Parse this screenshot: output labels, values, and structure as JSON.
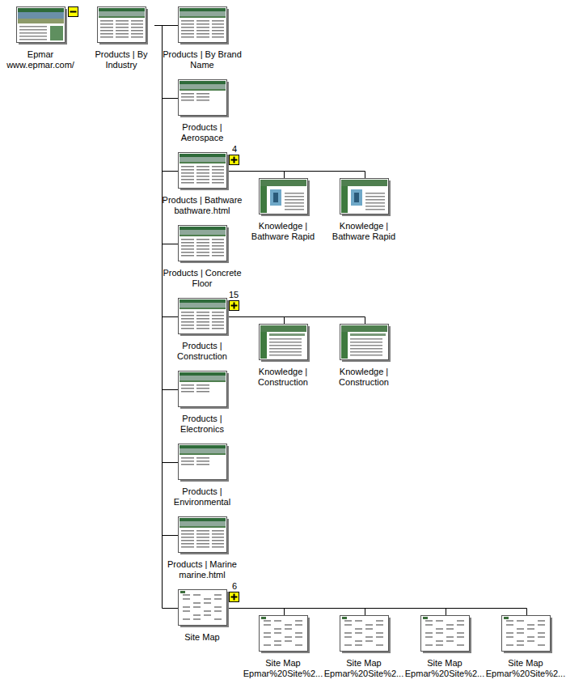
{
  "diagram": {
    "nodes": [
      {
        "text": [
          "Epmar",
          "www.epmar.com/"
        ]
      },
      {
        "text": [
          "Products | By Industry"
        ]
      },
      {
        "text": [
          "Products | By Brand Name"
        ]
      },
      {
        "text": [
          "Products | Aerospace"
        ]
      },
      {
        "text": [
          "Products | Bathware",
          "bathware.html"
        ]
      },
      {
        "text": [
          "Knowledge | Bathware Rapid"
        ]
      },
      {
        "text": [
          "Knowledge | Bathware Rapid"
        ]
      },
      {
        "text": [
          "Products | Concrete Floor"
        ]
      },
      {
        "text": [
          "Products | Construction"
        ]
      },
      {
        "text": [
          "Knowledge | Construction"
        ]
      },
      {
        "text": [
          "Knowledge | Construction"
        ]
      },
      {
        "text": [
          "Products | Electronics"
        ]
      },
      {
        "text": [
          "Products | Environmental"
        ]
      },
      {
        "text": [
          "Products | Marine",
          "marine.html"
        ]
      },
      {
        "text": [
          "Site Map"
        ]
      },
      {
        "text": [
          "Site Map",
          "Epmar%20Site%2..."
        ]
      },
      {
        "text": [
          "Site Map",
          "Epmar%20Site%2..."
        ]
      },
      {
        "text": [
          "Site Map",
          "Epmar%20Site%2..."
        ]
      },
      {
        "text": [
          "Site Map",
          "Epmar%20Site%2..."
        ]
      }
    ],
    "edges": [
      {
        "from": 1,
        "to": 2,
        "arrow": "none"
      },
      {
        "from": 1,
        "to": 3,
        "arrow": "none"
      },
      {
        "from": 1,
        "to": 4,
        "arrow": "none"
      },
      {
        "from": 4,
        "to": 5,
        "arrow": "none"
      },
      {
        "from": 4,
        "to": 6,
        "arrow": "none"
      },
      {
        "from": 1,
        "to": 7,
        "arrow": "none"
      },
      {
        "from": 1,
        "to": 8,
        "arrow": "none"
      },
      {
        "from": 8,
        "to": 9,
        "arrow": "none"
      },
      {
        "from": 8,
        "to": 10,
        "arrow": "none"
      },
      {
        "from": 1,
        "to": 11,
        "arrow": "none"
      },
      {
        "from": 1,
        "to": 12,
        "arrow": "none"
      },
      {
        "from": 1,
        "to": 13,
        "arrow": "none"
      },
      {
        "from": 1,
        "to": 14,
        "arrow": "none"
      },
      {
        "from": 14,
        "to": 15,
        "arrow": "none"
      },
      {
        "from": 14,
        "to": 16,
        "arrow": "none"
      },
      {
        "from": 14,
        "to": 17,
        "arrow": "none"
      },
      {
        "from": 14,
        "to": 18,
        "arrow": "none"
      }
    ],
    "labels": [
      "4",
      "15",
      "6"
    ]
  }
}
